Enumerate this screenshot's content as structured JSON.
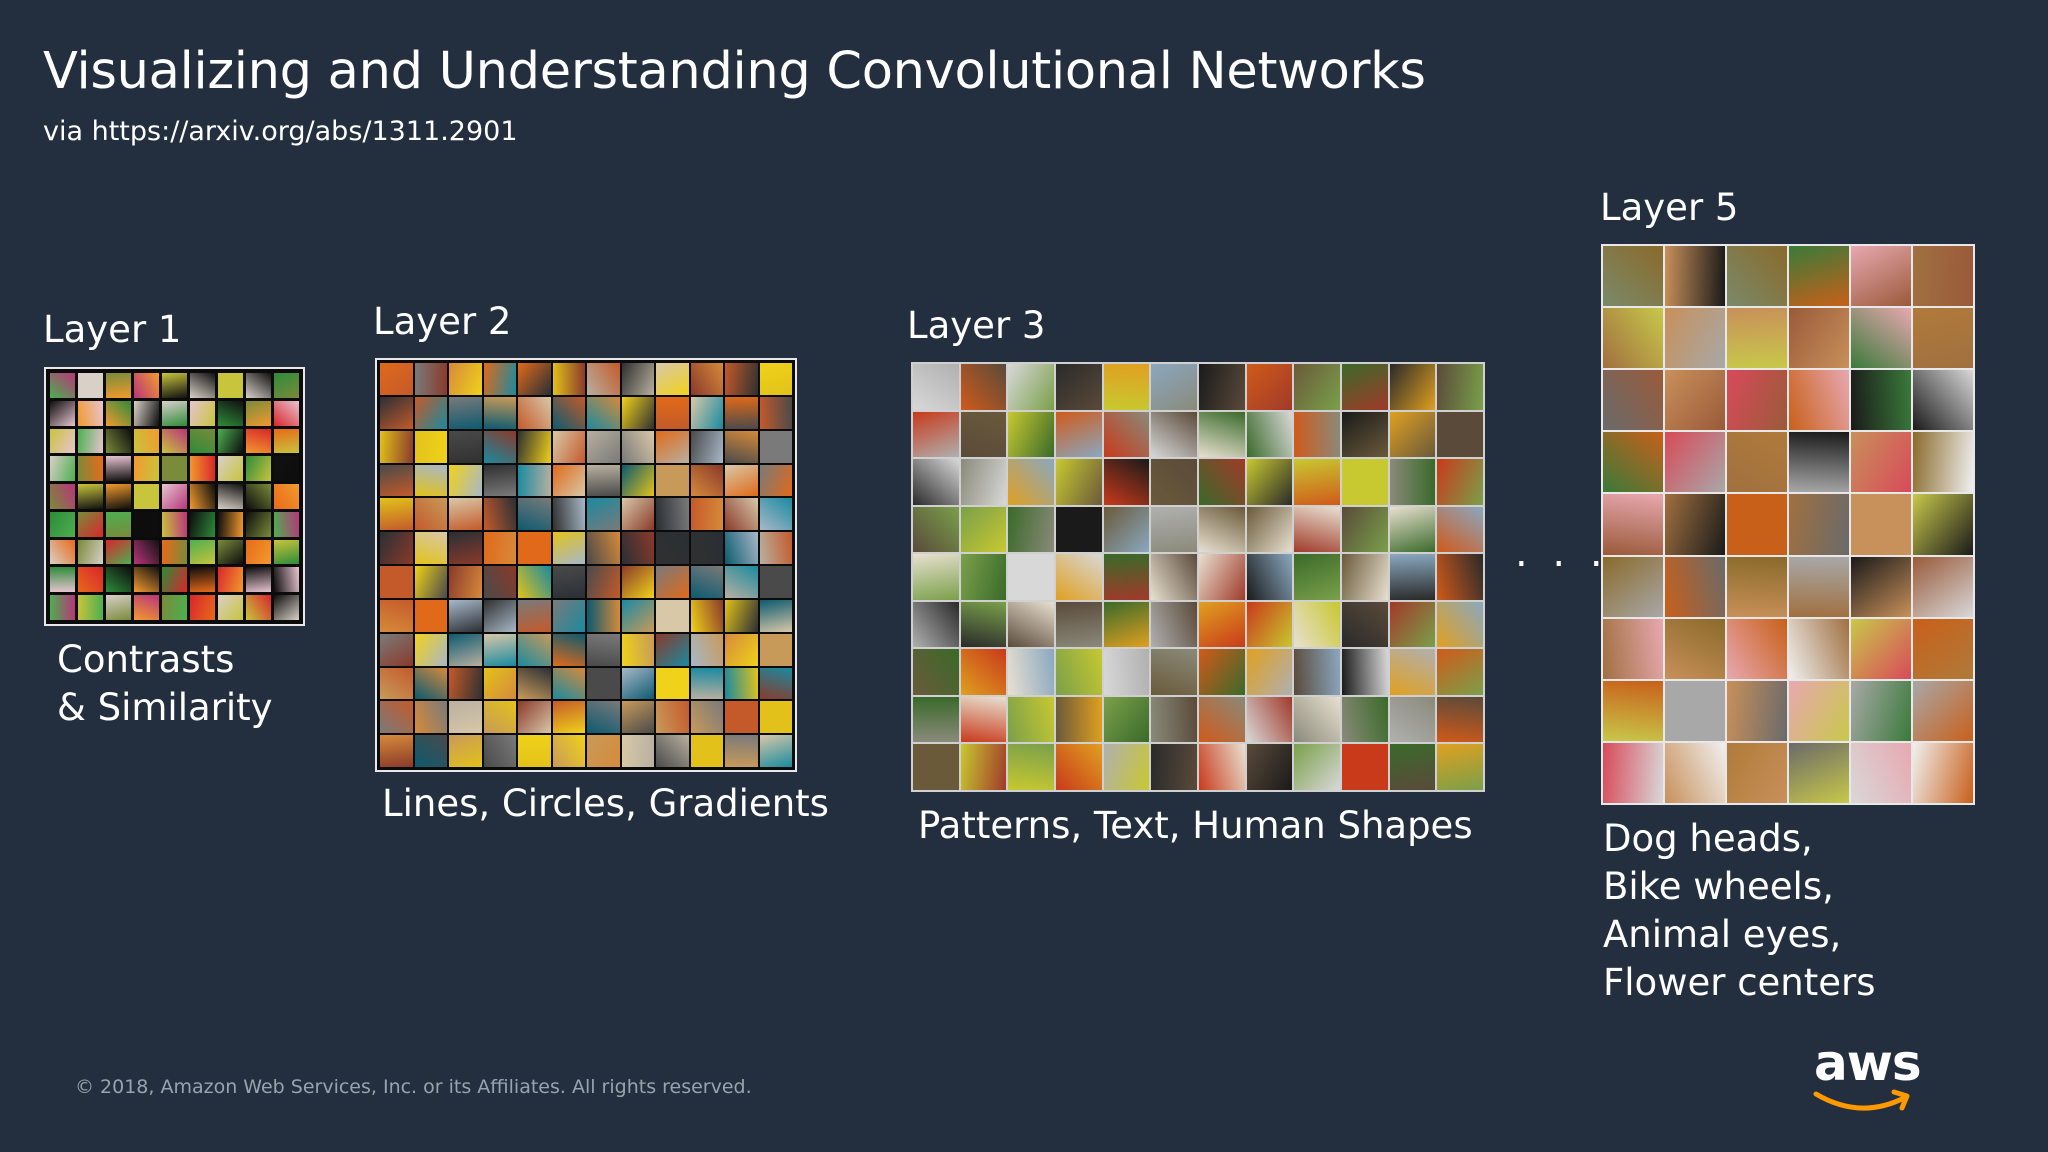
{
  "slide": {
    "title": "Visualizing and Understanding Convolutional Networks",
    "subtitle": "via https://arxiv.org/abs/1311.2901"
  },
  "layers": [
    {
      "label": "Layer 1",
      "caption_lines": [
        "Contrasts",
        "& Similarity"
      ]
    },
    {
      "label": "Layer 2",
      "caption_lines": [
        "Lines, Circles, Gradients"
      ]
    },
    {
      "label": "Layer 3",
      "caption_lines": [
        "Patterns, Text, Human Shapes"
      ]
    },
    {
      "label": "Layer 5",
      "caption_lines": [
        "Dog heads,",
        "Bike wheels,",
        "Animal eyes,",
        "Flower centers"
      ]
    }
  ],
  "ellipsis": ". . .",
  "footer": {
    "copyright": "© 2018, Amazon Web Services, Inc. or its Affiliates. All rights reserved."
  },
  "logo": {
    "wordmark": "aws",
    "smile_color": "#ff9900"
  },
  "colors": {
    "background": "#232f3e",
    "text": "#ffffff",
    "footer_text": "#9aa3ad"
  },
  "grid_palettes": {
    "layer1": [
      "#111111",
      "#0d0d0d",
      "#e86a1a",
      "#f29a2e",
      "#2e8b3a",
      "#4caf50",
      "#c8c43c",
      "#d9d0c8",
      "#e7c4d0",
      "#b8357a",
      "#d8262b",
      "#7a8b3a"
    ],
    "layer2": [
      "#2a2f35",
      "#d68a3a",
      "#e06a1a",
      "#c45a2a",
      "#a8b8c8",
      "#1a8aa0",
      "#0d5a70",
      "#f0d21a",
      "#e2c21a",
      "#7a7a7a",
      "#b8b0a0",
      "#4a4a4a",
      "#c89a5a",
      "#8a3a2a",
      "#d8c8a8",
      "#303030"
    ],
    "layer3": [
      "#6a5a3a",
      "#2a2a2a",
      "#d8d8d8",
      "#8a8a7a",
      "#c83a1a",
      "#e0a020",
      "#3a6a2a",
      "#7aa04a",
      "#b0b0b0",
      "#5a4a3a",
      "#d05a1a",
      "#e8e0d0",
      "#1a1a1a",
      "#a03a2a",
      "#c8c830",
      "#8aa8c0"
    ],
    "layer5": [
      "#c8601a",
      "#8a6a2a",
      "#e8a8b0",
      "#a8a8a8",
      "#f0f0f0",
      "#a07040",
      "#3a7a3a",
      "#c8c84a",
      "#d84a5a",
      "#1a1a1a",
      "#c8905a",
      "#7a8a6a",
      "#9a5a3a",
      "#d8d8d8",
      "#6a6a6a",
      "#b07a3a"
    ]
  }
}
